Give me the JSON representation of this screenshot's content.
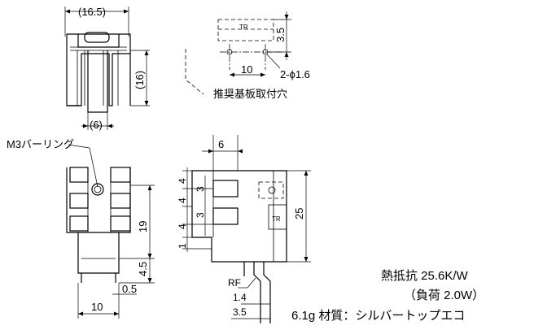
{
  "dims": {
    "top_width": "(16.5)",
    "top_height": "(16)",
    "top_tab_width": "(6)",
    "pcb_h": "3.5",
    "pcb_pitch": "10",
    "pcb_hole": "2-ϕ1.6",
    "tr_label": "TR",
    "front_fin_height": "19",
    "front_leg_height": "4.5",
    "front_pin_dia": "0.5",
    "front_width": "10",
    "side_top": "6",
    "side_s1": "4",
    "side_s2": "3",
    "side_s3": "4",
    "side_s4": "3",
    "side_s5": "4",
    "side_s6": "1",
    "side_height": "25",
    "side_rf": "RF",
    "side_1_4": "1.4",
    "side_3_5": "3.5"
  },
  "labels": {
    "mount_hole": "推奨基板取付穴",
    "m3": "M3バーリング"
  },
  "spec": {
    "thermal": "熱抵抗 25.6K/W",
    "load": "（負荷 2.0W）",
    "weight_material": "6.1g 材質：シルバートップエコ"
  }
}
